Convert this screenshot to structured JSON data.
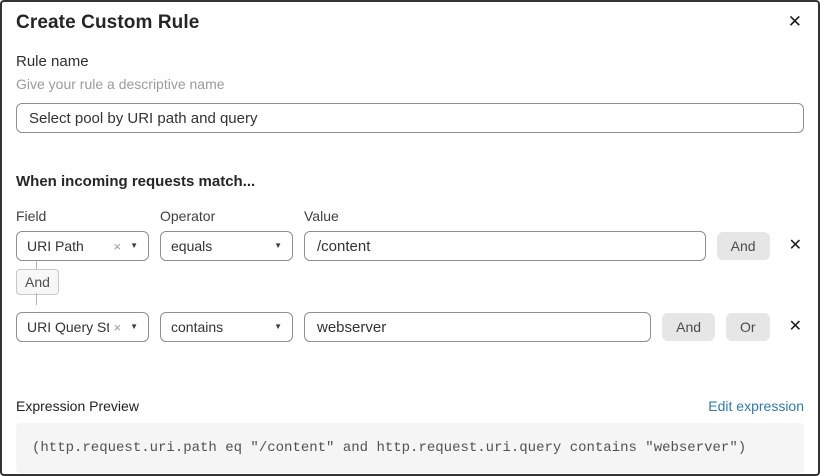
{
  "colors": {
    "link": "#2e7bb5",
    "input_border": "#8f8f8f",
    "button_bg": "#e6e6e6",
    "code_bg": "#f5f5f5",
    "dialog_border": "#333333"
  },
  "icons": {
    "close": "✕",
    "remove": "✕",
    "clear": "×",
    "caret": "▼"
  },
  "dialog": {
    "title": "Create Custom Rule"
  },
  "rule_name": {
    "label": "Rule name",
    "hint": "Give your rule a descriptive name",
    "value": "Select pool by URI path and query"
  },
  "matcher": {
    "heading": "When incoming requests match...",
    "columns": [
      "Field",
      "Operator",
      "Value"
    ],
    "connector": "And",
    "rows": [
      {
        "field": "URI Path",
        "operator": "equals",
        "value": "/content",
        "buttons": [
          "And"
        ]
      },
      {
        "field": "URI Query St...",
        "operator": "contains",
        "value": "webserver",
        "buttons": [
          "And",
          "Or"
        ]
      }
    ]
  },
  "expression": {
    "label": "Expression Preview",
    "edit_link": "Edit expression",
    "code": "(http.request.uri.path eq \"/content\" and http.request.uri.query contains \"webserver\")"
  }
}
